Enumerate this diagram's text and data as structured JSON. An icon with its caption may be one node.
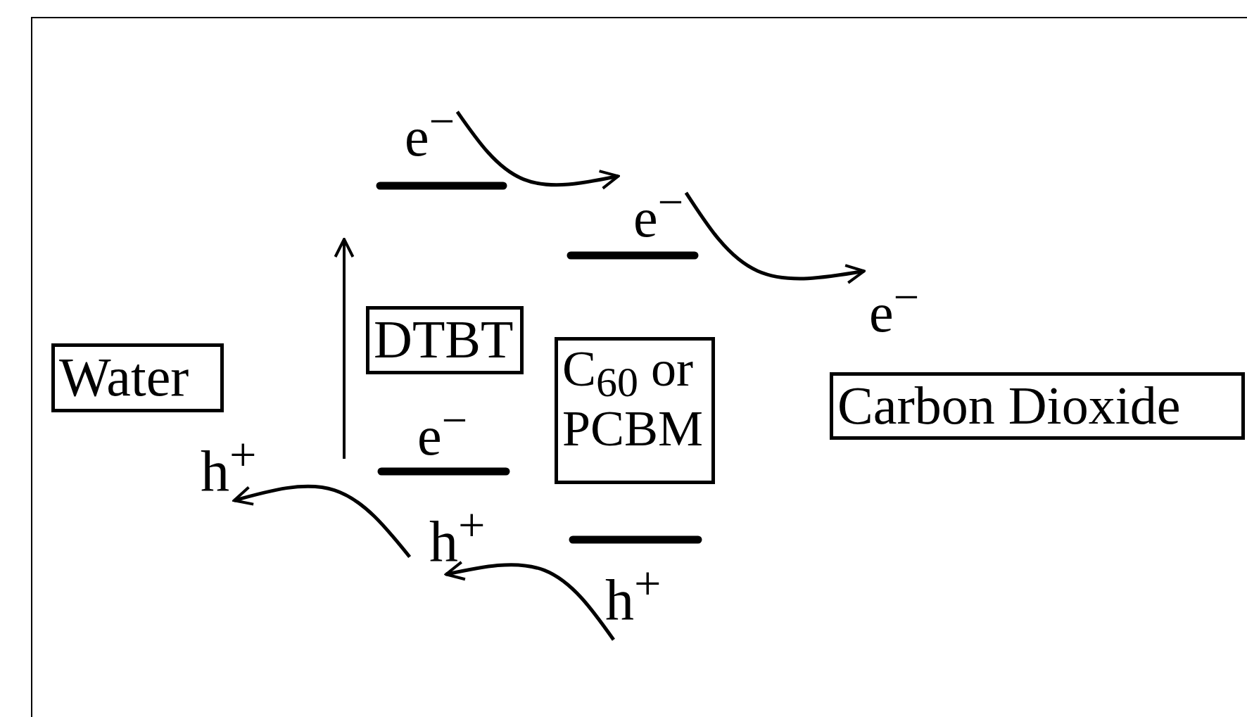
{
  "diagram": {
    "nodes": [
      {
        "text": [
          "e$^{−}$"
        ]
      },
      {
        "text": [
          "e$^{−}$"
        ]
      },
      {
        "text": [
          "e$^{−}$"
        ]
      },
      {
        "text": [
          "DTBT"
        ]
      },
      {
        "text": [
          "Water"
        ]
      },
      {
        "text": [
          "C$_{60}$ or PCBM"
        ]
      },
      {
        "text": [
          "Carbon Dioxide"
        ]
      },
      {
        "text": [
          "e$^{−}$"
        ]
      },
      {
        "text": [
          "h$^{+}$"
        ]
      },
      {
        "text": [
          "h$^{+}$"
        ]
      },
      {
        "text": [
          "h$^{+}$"
        ]
      }
    ],
    "edges": [
      {
        "from": 0,
        "to": 1,
        "arrow": "to"
      },
      {
        "from": 1,
        "to": 2,
        "arrow": "to"
      },
      {
        "from": 9,
        "to": 8,
        "arrow": "to"
      },
      {
        "from": 10,
        "to": 9,
        "arrow": "to"
      }
    ]
  }
}
